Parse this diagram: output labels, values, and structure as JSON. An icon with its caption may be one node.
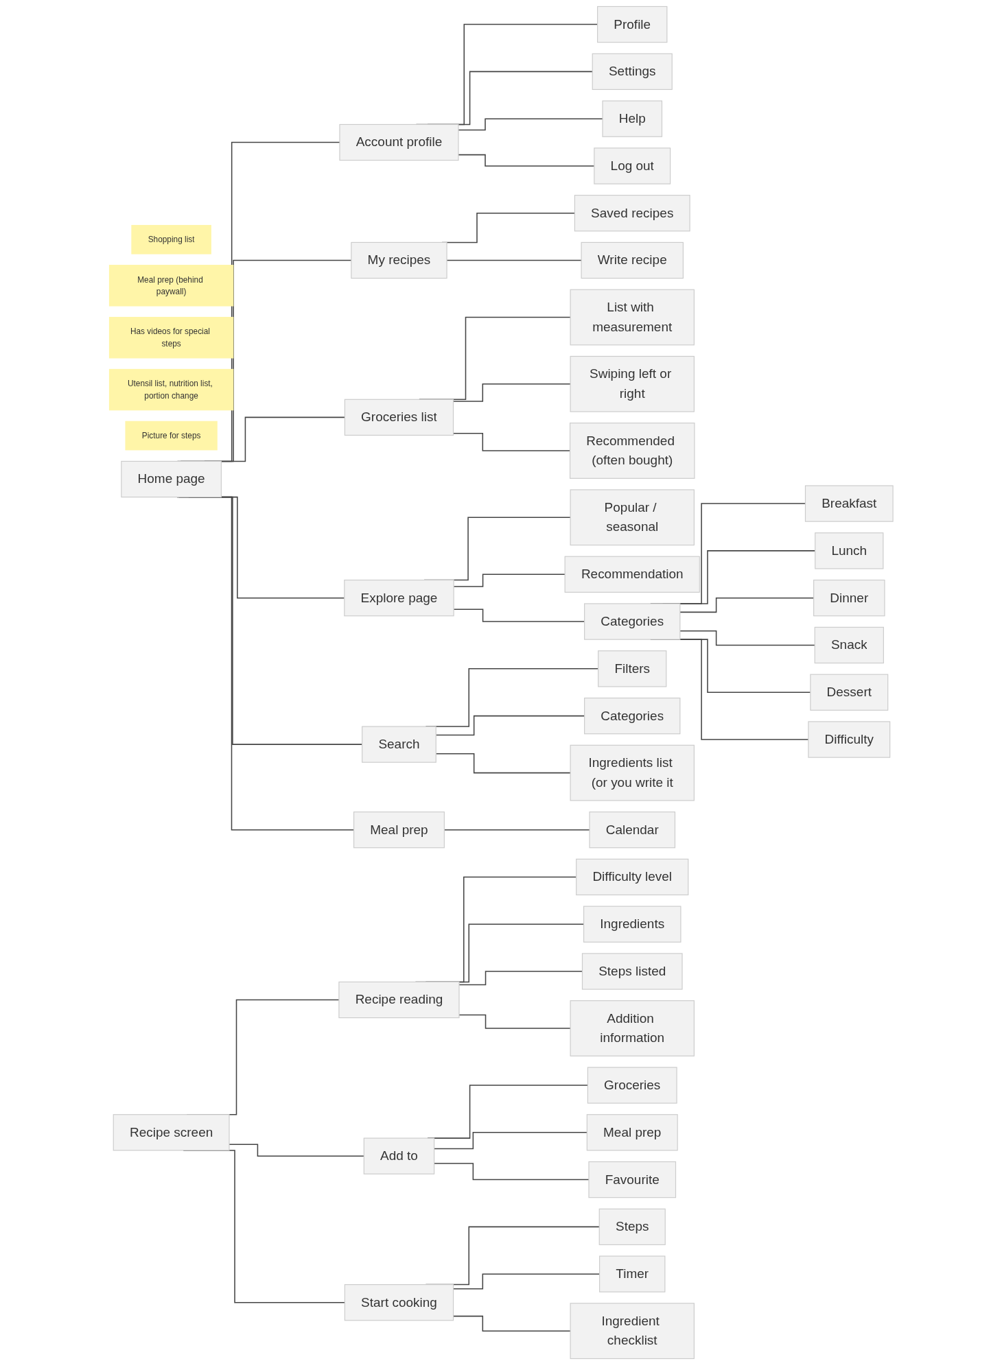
{
  "diagram": {
    "nodes": [
      {
        "text": [
          "Home page"
        ]
      },
      {
        "text": [
          "Shopping list"
        ]
      },
      {
        "text": [
          "Meal prep (behind paywall)"
        ]
      },
      {
        "text": [
          "Account profile"
        ]
      },
      {
        "text": [
          "Profile"
        ]
      },
      {
        "text": [
          "Settings"
        ]
      },
      {
        "text": [
          "Help"
        ]
      },
      {
        "text": [
          "Log out"
        ]
      },
      {
        "text": [
          "My recipes"
        ]
      },
      {
        "text": [
          "Saved recipes"
        ]
      },
      {
        "text": [
          "Write recipe"
        ]
      },
      {
        "text": [
          "Groceries list"
        ]
      },
      {
        "text": [
          "List with measurement"
        ]
      },
      {
        "text": [
          "Swiping left or right"
        ]
      },
      {
        "text": [
          "Recommended (often bought)"
        ]
      },
      {
        "text": [
          "Explore page"
        ]
      },
      {
        "text": [
          "Popular / seasonal"
        ]
      },
      {
        "text": [
          "Recommendation"
        ]
      },
      {
        "text": [
          "Categories"
        ]
      },
      {
        "text": [
          "Breakfast"
        ]
      },
      {
        "text": [
          "Lunch"
        ]
      },
      {
        "text": [
          "Dinner"
        ]
      },
      {
        "text": [
          "Snack"
        ]
      },
      {
        "text": [
          "Dessert"
        ]
      },
      {
        "text": [
          "Difficulty"
        ]
      },
      {
        "text": [
          "Search"
        ]
      },
      {
        "text": [
          "Filters"
        ]
      },
      {
        "text": [
          "Categories"
        ]
      },
      {
        "text": [
          "Ingredients list (or you write it"
        ]
      },
      {
        "text": [
          "Meal prep"
        ]
      },
      {
        "text": [
          "Calendar"
        ]
      },
      {
        "text": [
          "Recipe screen"
        ]
      },
      {
        "text": [
          "Has videos for special steps"
        ]
      },
      {
        "text": [
          "Recipe reading"
        ]
      },
      {
        "text": [
          "Difficulty level"
        ]
      },
      {
        "text": [
          "Ingredients"
        ]
      },
      {
        "text": [
          "Steps listed"
        ]
      },
      {
        "text": [
          "Addition information"
        ]
      },
      {
        "text": [
          "Utensil list, nutrition list, portion change"
        ]
      },
      {
        "text": [
          "Add to"
        ]
      },
      {
        "text": [
          "Groceries"
        ]
      },
      {
        "text": [
          "Meal prep"
        ]
      },
      {
        "text": [
          "Favourite"
        ]
      },
      {
        "text": [
          "Start cooking"
        ]
      },
      {
        "text": [
          "Steps"
        ]
      },
      {
        "text": [
          "Timer"
        ]
      },
      {
        "text": [
          "Ingredient checklist"
        ]
      },
      {
        "text": [
          "Picture for steps"
        ]
      }
    ],
    "edges": [
      {
        "from": 0,
        "to": 3,
        "arrow": "none"
      },
      {
        "from": 0,
        "to": 8,
        "arrow": "none"
      },
      {
        "from": 0,
        "to": 11,
        "arrow": "none"
      },
      {
        "from": 0,
        "to": 15,
        "arrow": "none"
      },
      {
        "from": 0,
        "to": 25,
        "arrow": "none"
      },
      {
        "from": 0,
        "to": 29,
        "arrow": "none"
      },
      {
        "from": 3,
        "to": 4,
        "arrow": "none"
      },
      {
        "from": 3,
        "to": 5,
        "arrow": "none"
      },
      {
        "from": 3,
        "to": 6,
        "arrow": "none"
      },
      {
        "from": 3,
        "to": 7,
        "arrow": "none"
      },
      {
        "from": 8,
        "to": 9,
        "arrow": "none"
      },
      {
        "from": 8,
        "to": 10,
        "arrow": "none"
      },
      {
        "from": 11,
        "to": 12,
        "arrow": "none"
      },
      {
        "from": 11,
        "to": 13,
        "arrow": "none"
      },
      {
        "from": 11,
        "to": 14,
        "arrow": "none"
      },
      {
        "from": 15,
        "to": 16,
        "arrow": "none"
      },
      {
        "from": 15,
        "to": 17,
        "arrow": "none"
      },
      {
        "from": 15,
        "to": 18,
        "arrow": "none"
      },
      {
        "from": 18,
        "to": 19,
        "arrow": "none"
      },
      {
        "from": 18,
        "to": 20,
        "arrow": "none"
      },
      {
        "from": 18,
        "to": 21,
        "arrow": "none"
      },
      {
        "from": 18,
        "to": 22,
        "arrow": "none"
      },
      {
        "from": 18,
        "to": 23,
        "arrow": "none"
      },
      {
        "from": 18,
        "to": 24,
        "arrow": "none"
      },
      {
        "from": 25,
        "to": 26,
        "arrow": "none"
      },
      {
        "from": 25,
        "to": 27,
        "arrow": "none"
      },
      {
        "from": 25,
        "to": 28,
        "arrow": "none"
      },
      {
        "from": 29,
        "to": 30,
        "arrow": "none"
      },
      {
        "from": 31,
        "to": 33,
        "arrow": "none"
      },
      {
        "from": 31,
        "to": 39,
        "arrow": "none"
      },
      {
        "from": 31,
        "to": 43,
        "arrow": "none"
      },
      {
        "from": 33,
        "to": 34,
        "arrow": "none"
      },
      {
        "from": 33,
        "to": 35,
        "arrow": "none"
      },
      {
        "from": 33,
        "to": 36,
        "arrow": "none"
      },
      {
        "from": 33,
        "to": 37,
        "arrow": "none"
      },
      {
        "from": 39,
        "to": 40,
        "arrow": "none"
      },
      {
        "from": 39,
        "to": 41,
        "arrow": "none"
      },
      {
        "from": 39,
        "to": 42,
        "arrow": "none"
      },
      {
        "from": 43,
        "to": 44,
        "arrow": "none"
      },
      {
        "from": 43,
        "to": 45,
        "arrow": "none"
      },
      {
        "from": 43,
        "to": 46,
        "arrow": "none"
      }
    ]
  }
}
